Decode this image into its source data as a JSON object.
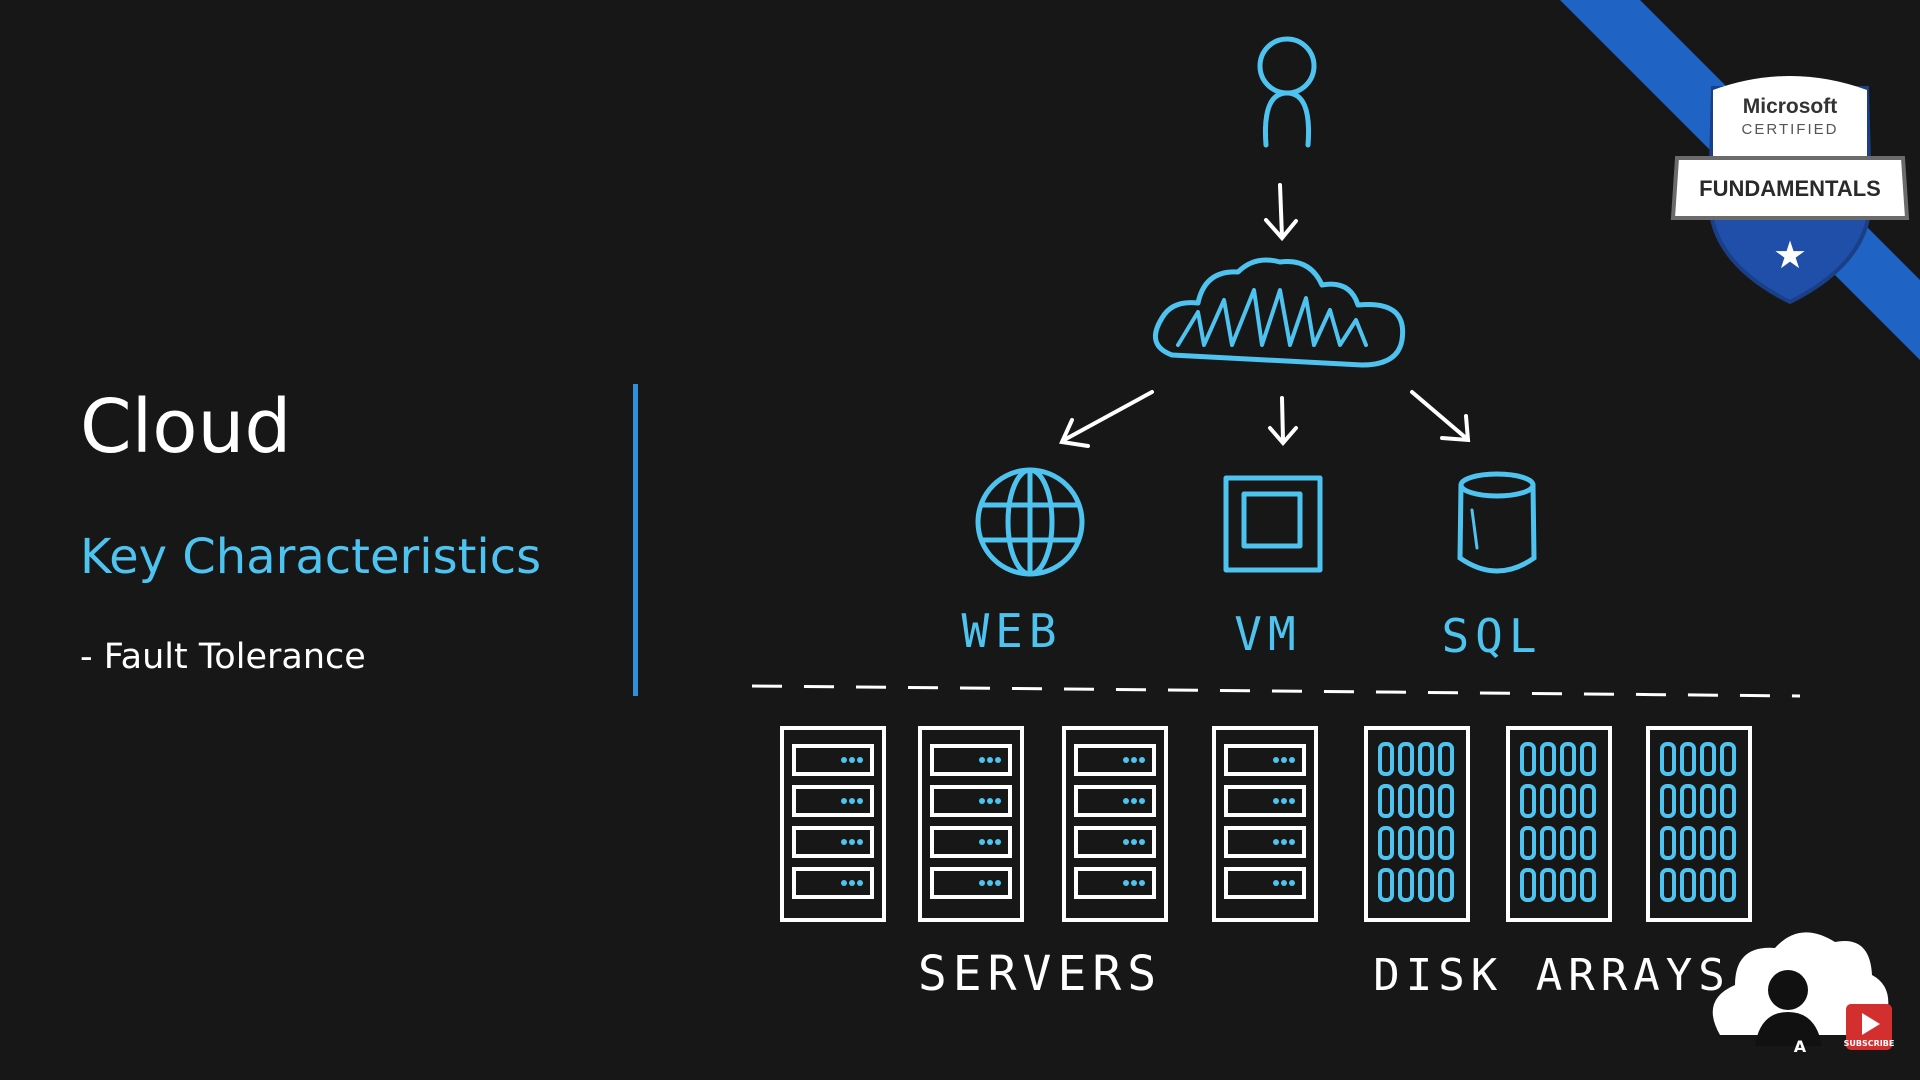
{
  "slide": {
    "title": "Cloud",
    "subtitle": "Key Characteristics",
    "bullet": "- Fault Tolerance"
  },
  "diagram": {
    "services": [
      {
        "label": "WEB",
        "icon": "globe-icon"
      },
      {
        "label": "VM",
        "icon": "vm-icon"
      },
      {
        "label": "SQL",
        "icon": "database-icon"
      }
    ],
    "groups": {
      "servers_label": "SERVERS",
      "disks_label": "DISK ARRAYS"
    },
    "server_count": 4,
    "disk_array_count": 3
  },
  "badge": {
    "brand": "Microsoft",
    "certified": "CERTIFIED",
    "level": "FUNDAMENTALS"
  },
  "subscribe": {
    "label": "SUBSCRIBE"
  },
  "colors": {
    "background": "#171717",
    "accent": "#4fc3ef",
    "divider": "#2f8fd8",
    "ribbon": "#1f64c4",
    "badge_shield": "#1f4fa8",
    "subscribe_red": "#d32f2f"
  }
}
